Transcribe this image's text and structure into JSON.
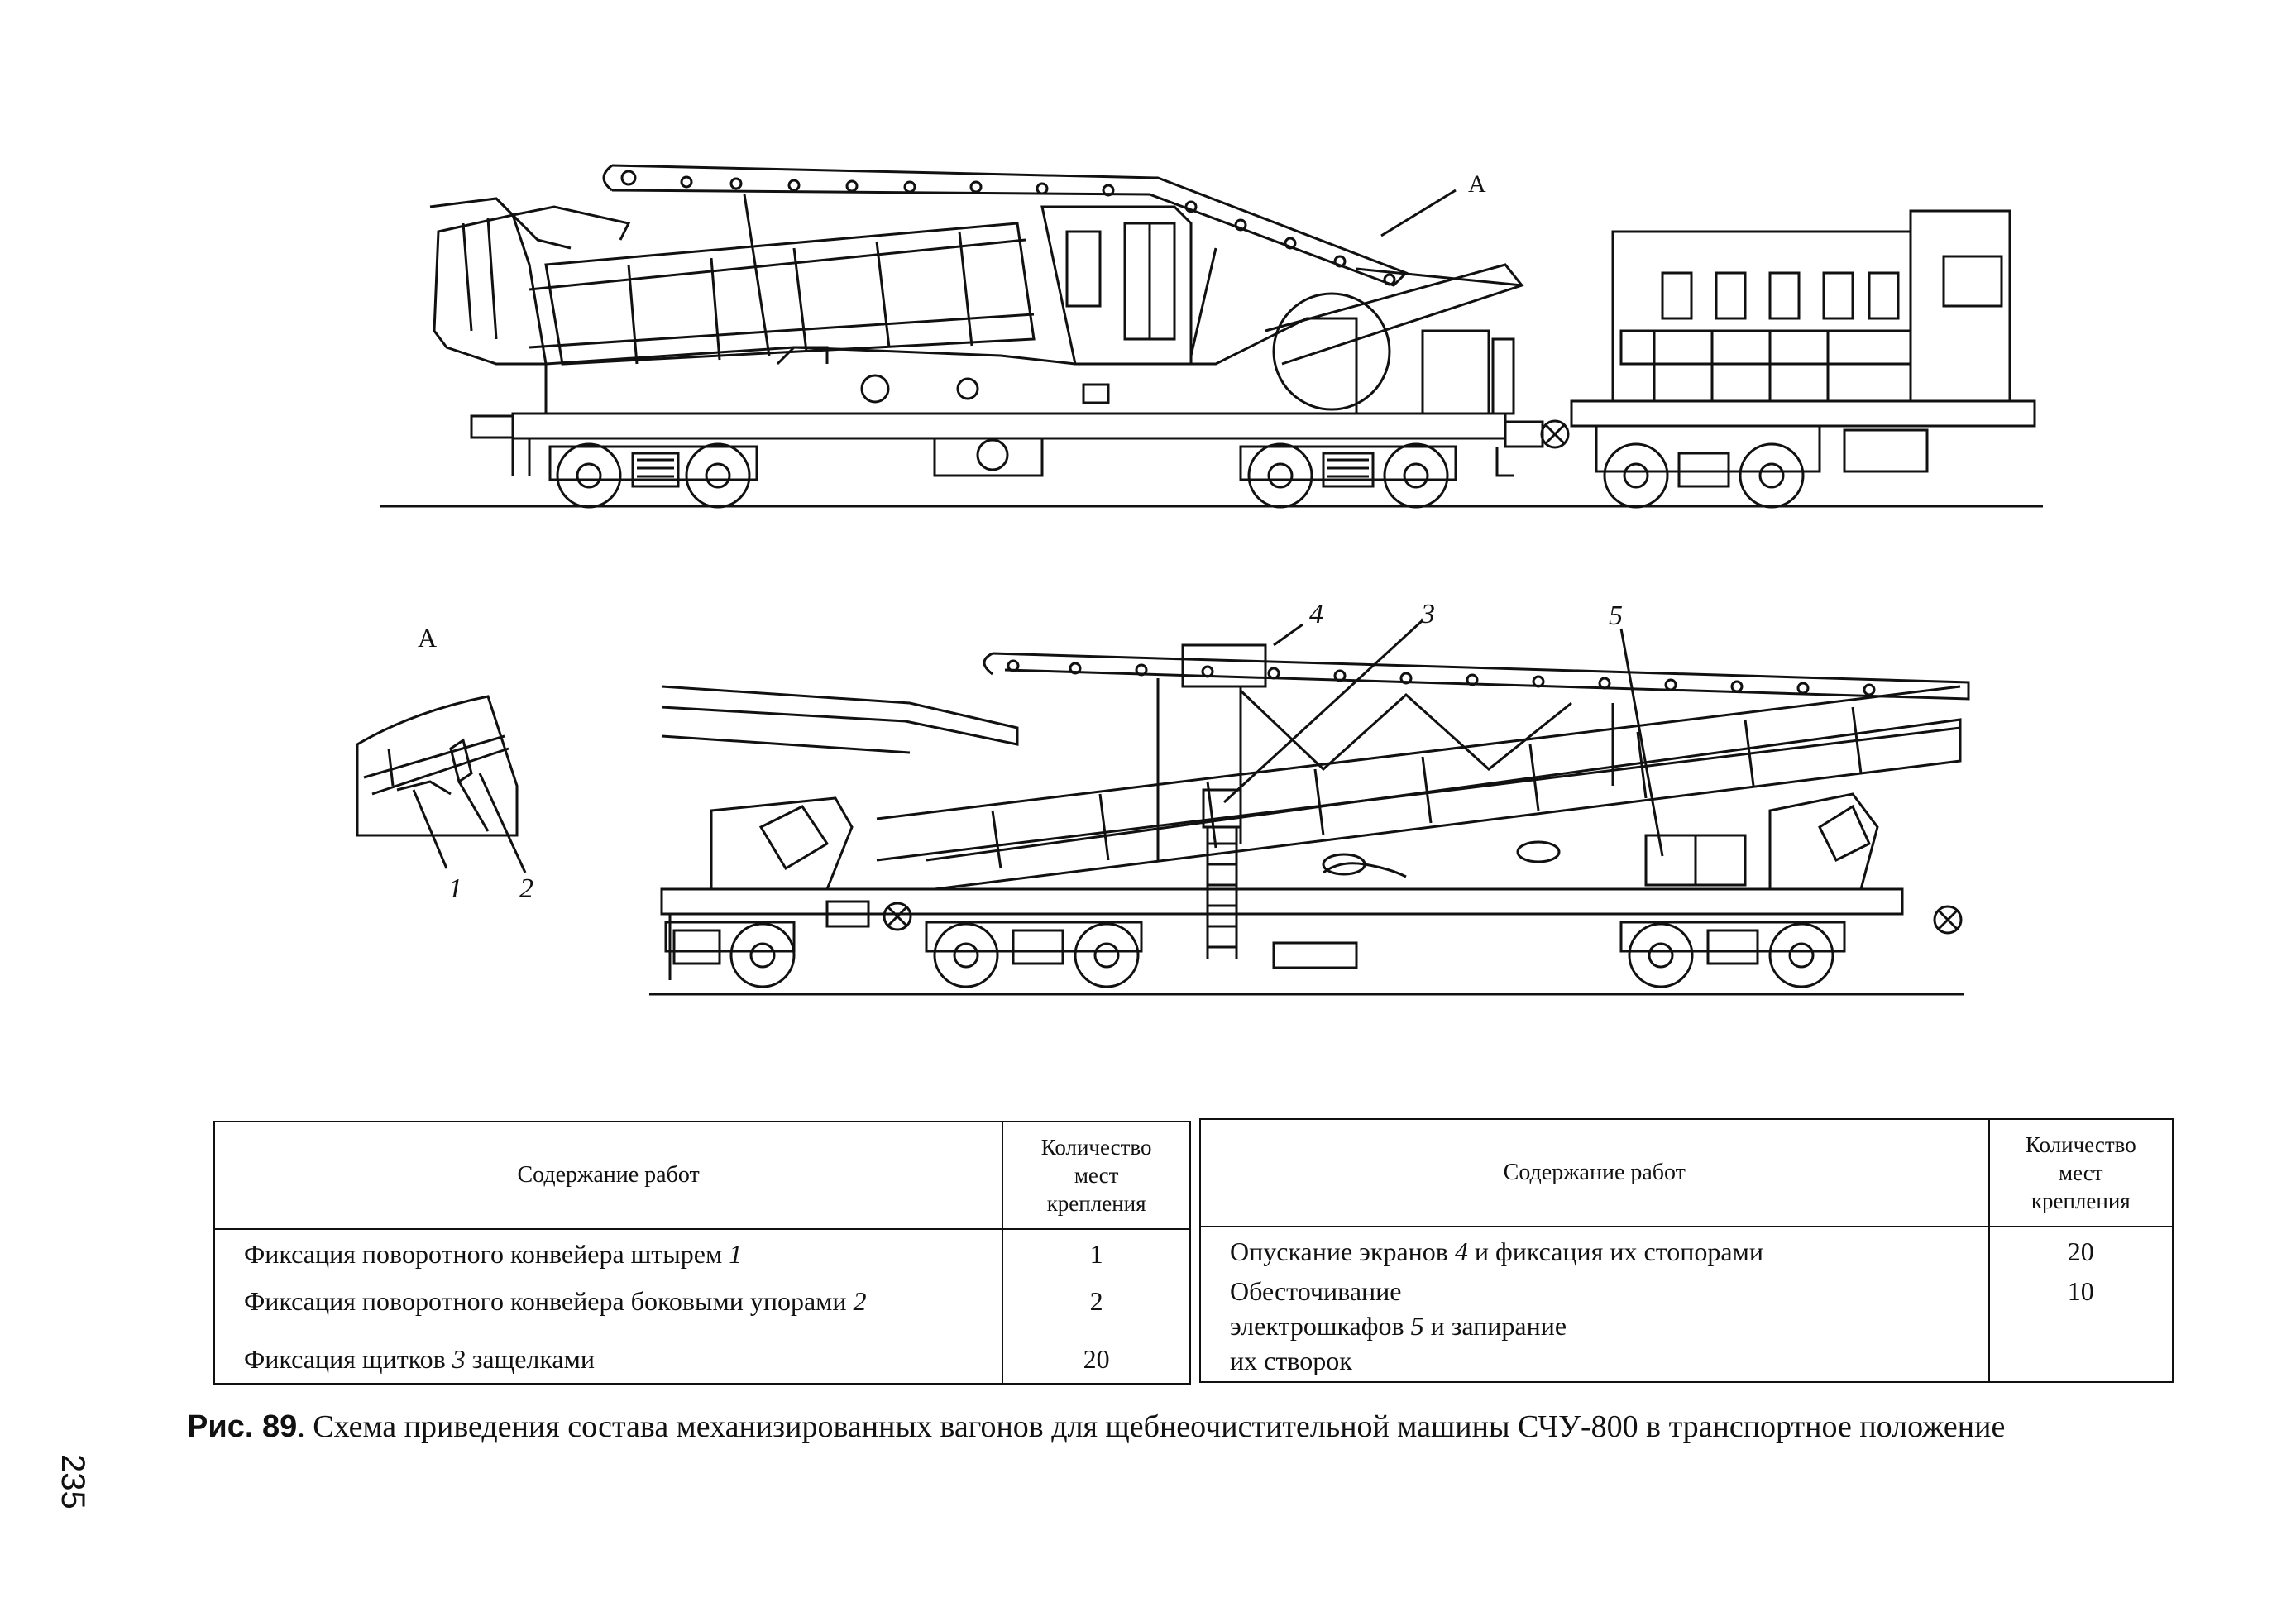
{
  "figure": {
    "label_A_top": "А",
    "label_A_detail": "А",
    "callouts": [
      "1",
      "2",
      "3",
      "4",
      "5"
    ]
  },
  "tables": [
    {
      "headers": {
        "work": "Содержание работ",
        "qty": [
          "Количество",
          "мест",
          "крепления"
        ]
      },
      "rows": [
        {
          "work": [
            "Фиксация поворотного конвейера штырем ",
            "1",
            ""
          ],
          "qty": "1"
        },
        {
          "work": [
            "Фиксация поворотного конвейера боковыми упорами ",
            "2",
            ""
          ],
          "qty": "2"
        },
        {
          "work": [
            "Фиксация щитков ",
            "3",
            " защелками"
          ],
          "qty": "20"
        }
      ]
    },
    {
      "headers": {
        "work": "Содержание работ",
        "qty": [
          "Количество",
          "мест",
          "крепления"
        ]
      },
      "rows": [
        {
          "work": [
            "Опускание экранов ",
            "4",
            " и фиксация их стопорами"
          ],
          "qty": "20"
        },
        {
          "work": [
            "Обесточивание электрошкафов ",
            "5",
            " и запирание их створок"
          ],
          "qty": "10"
        }
      ]
    }
  ],
  "caption": {
    "fig": "Рис. 89",
    "text": ". Схема приведения состава механизированных вагонов для щебнеочистительной машины СЧУ-800 в транспортное положение"
  },
  "page_number": "235"
}
